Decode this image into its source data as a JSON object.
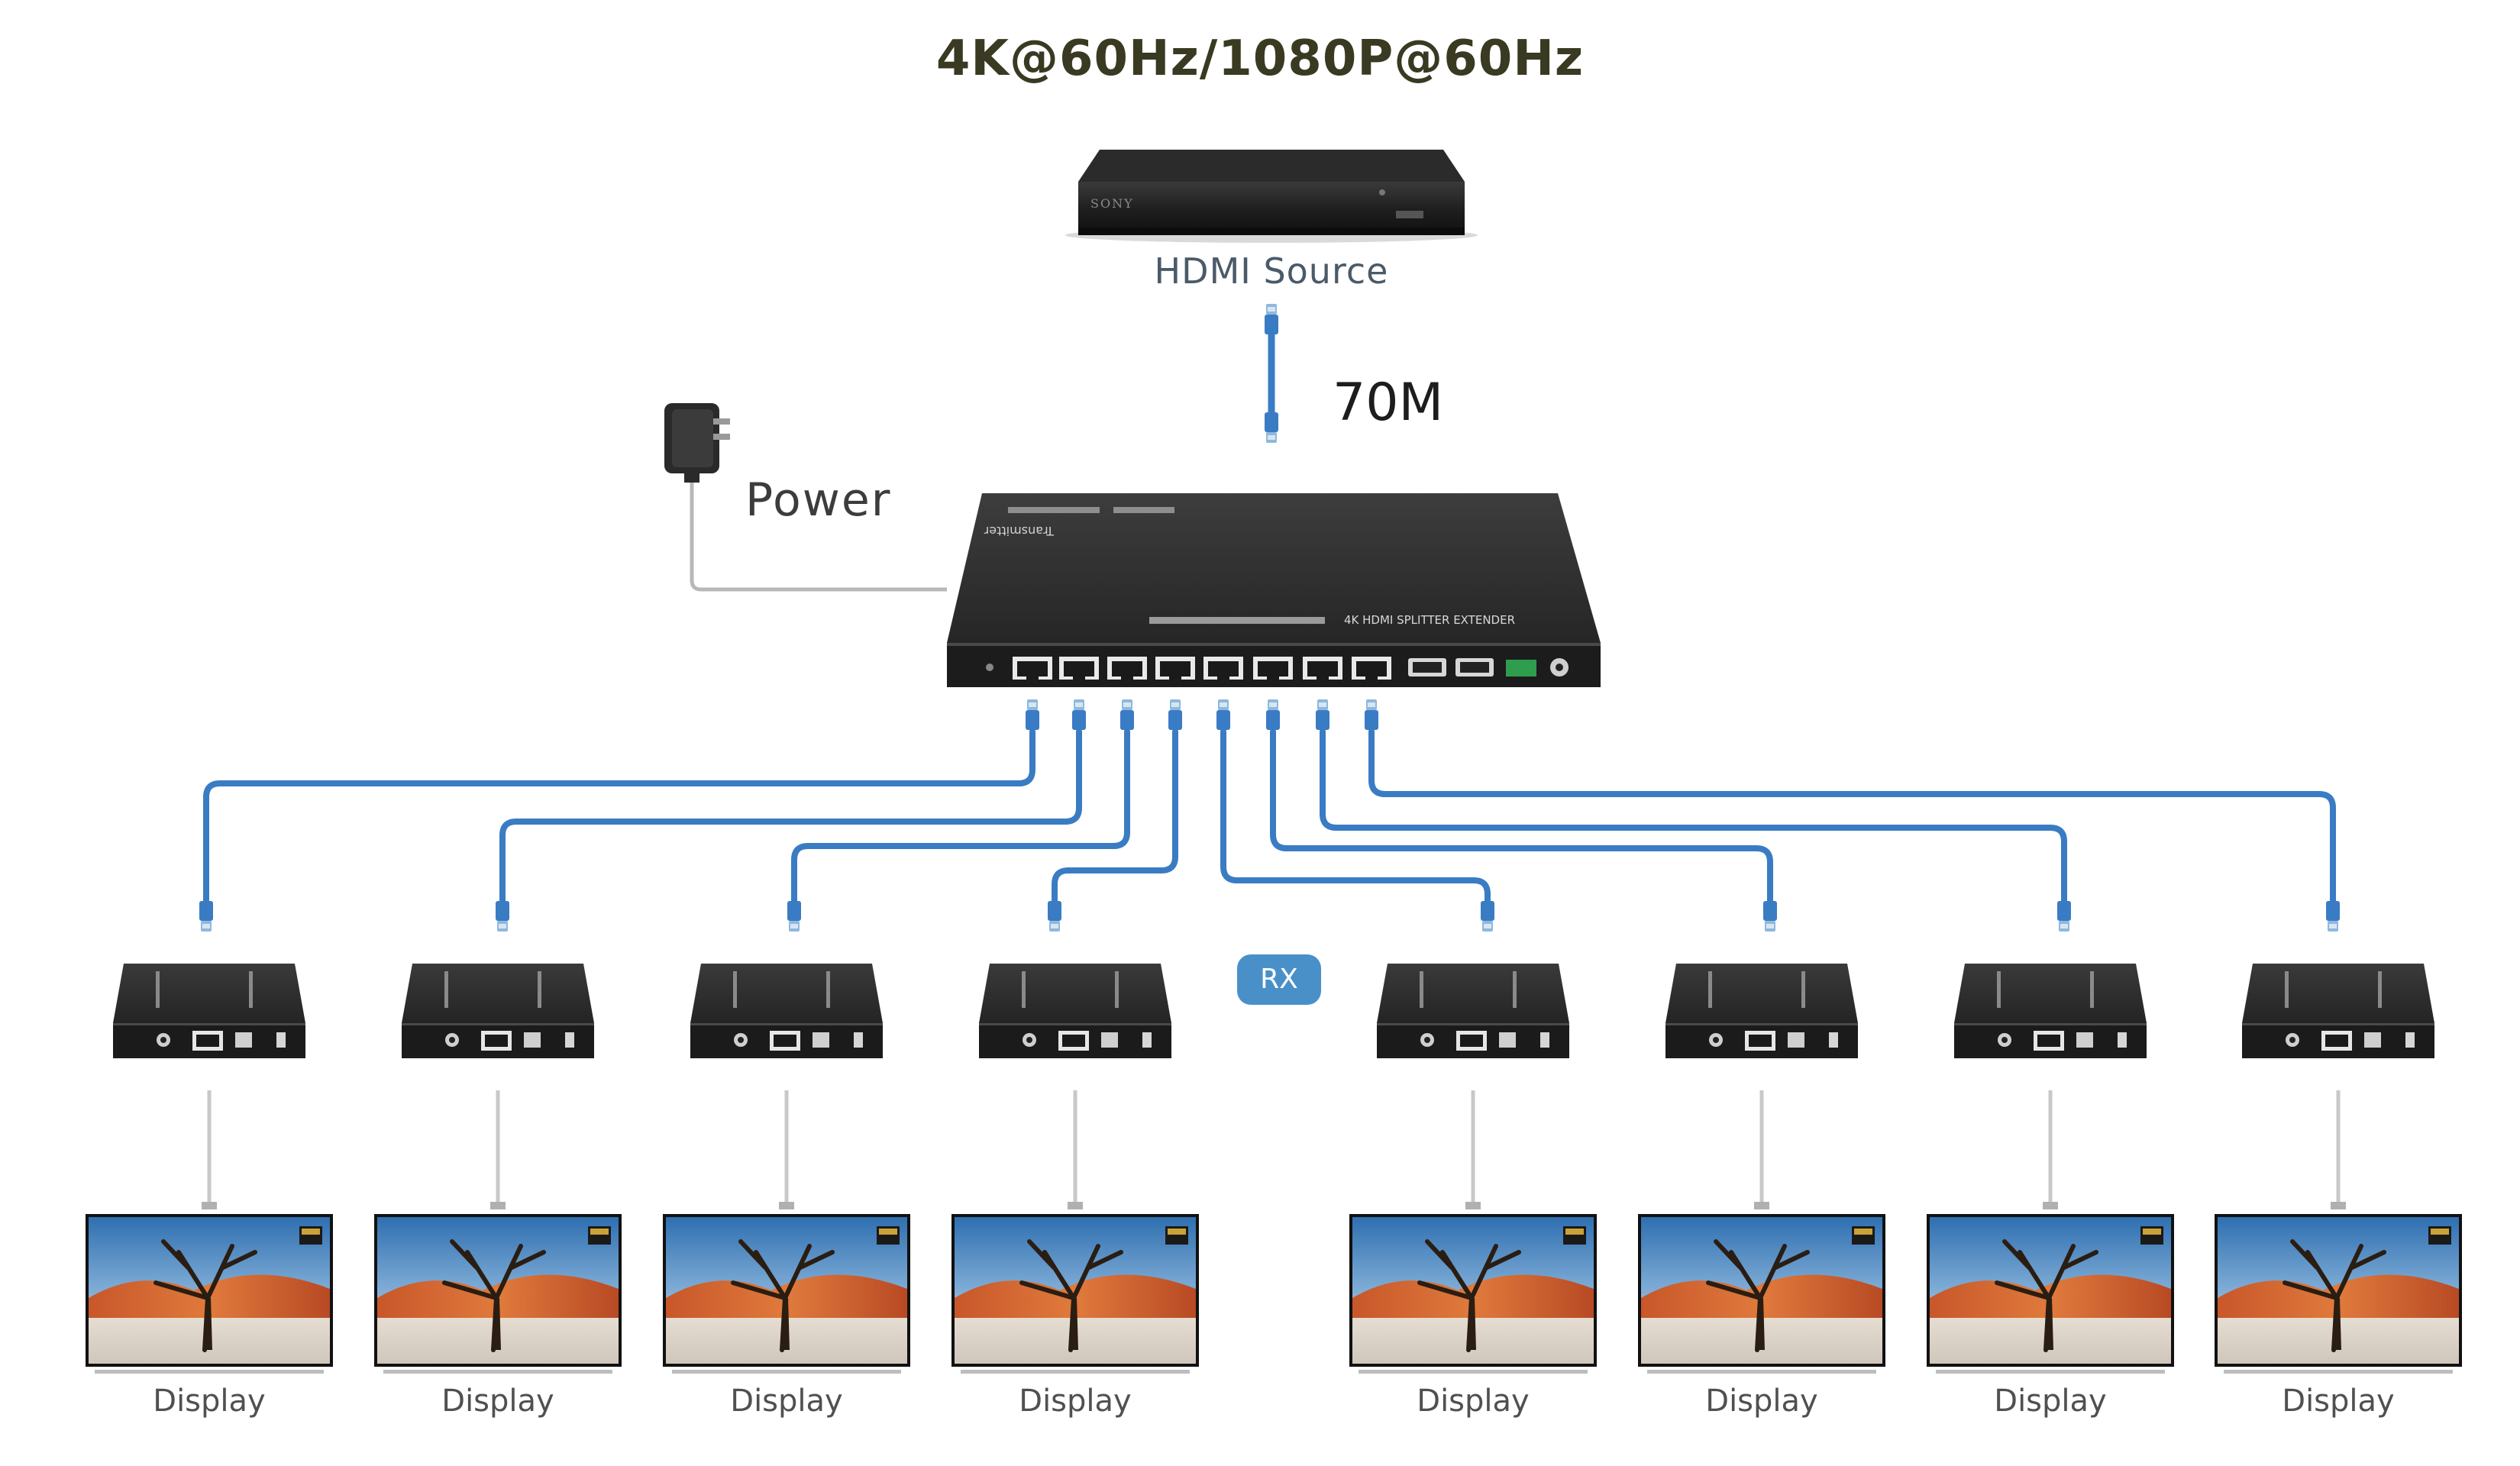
{
  "title": "4K@60Hz/1080P@60Hz",
  "source": {
    "label": "HDMI Source",
    "brand": "SONY",
    "icon": "bluray-player-icon"
  },
  "distance_label": "70M",
  "power": {
    "label": "Power",
    "icon": "power-adapter-icon"
  },
  "transmitter": {
    "icon": "hdmi-splitter-extender-icon",
    "top_label": "Transmitter",
    "front_label": "4K HDMI SPLITTER EXTENDER",
    "port_count": 8
  },
  "receiver_badge": "RX",
  "receivers": [
    {
      "display_label": "Display"
    },
    {
      "display_label": "Display"
    },
    {
      "display_label": "Display"
    },
    {
      "display_label": "Display"
    },
    {
      "display_label": "Display"
    },
    {
      "display_label": "Display"
    },
    {
      "display_label": "Display"
    },
    {
      "display_label": "Display"
    }
  ],
  "colors": {
    "cable": "#3a7cc4",
    "device": "#2e2e2e",
    "badge": "#4a90c8",
    "title": "#3a3a22"
  }
}
